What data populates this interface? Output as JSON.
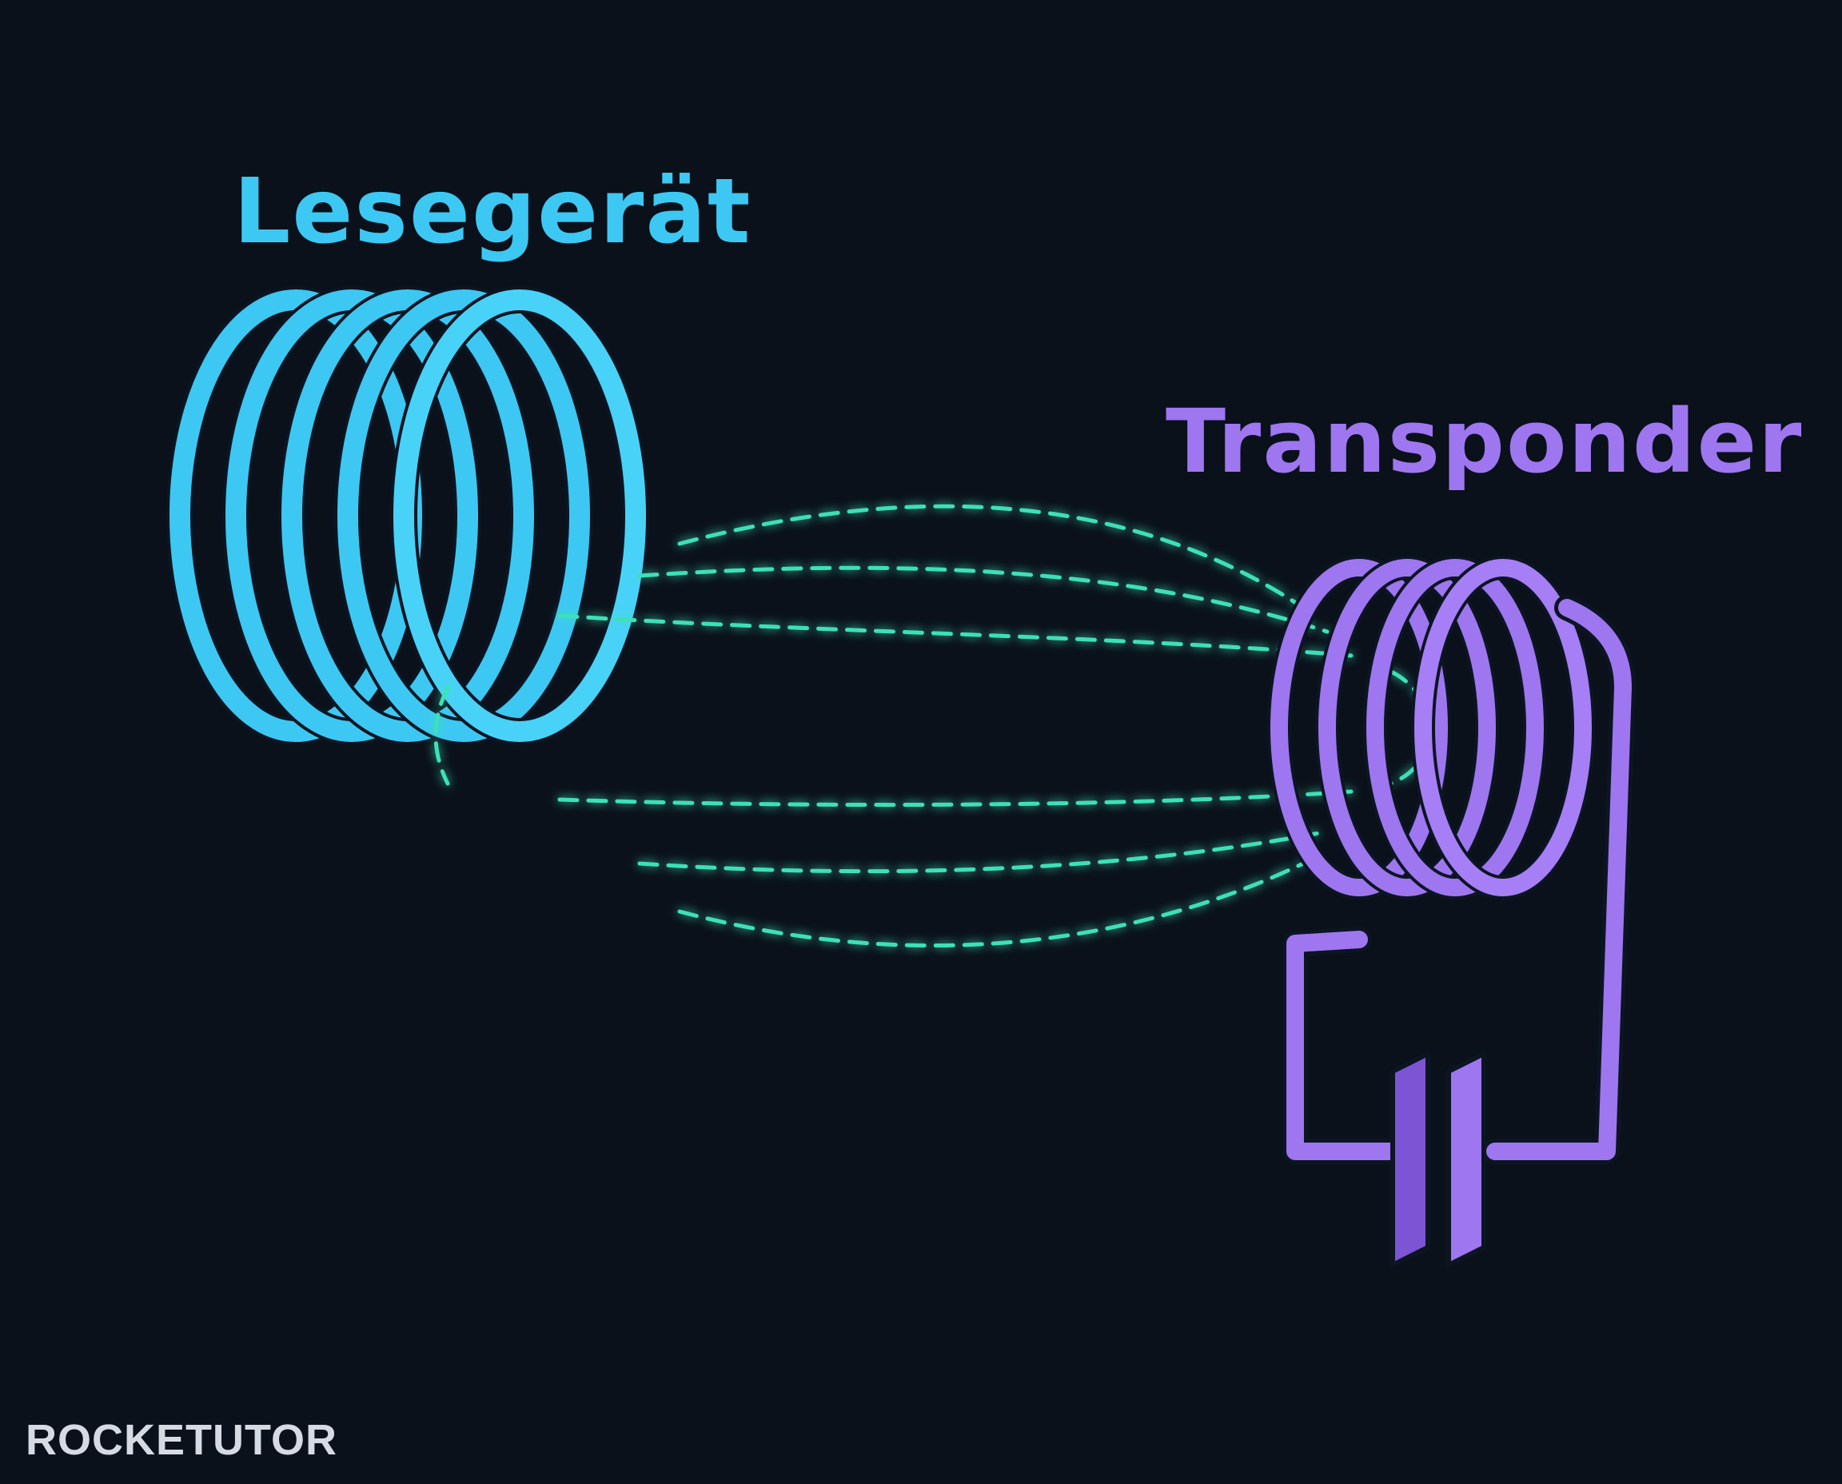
{
  "labels": {
    "reader": "Lesegerät",
    "transponder": "Transponder"
  },
  "logo": {
    "text": "ROCKETUTOR"
  },
  "colors": {
    "background": "#0a111b",
    "reader_coil": "#3cc8f2",
    "transponder_coil": "#9e76f0",
    "field_lines": "#3ee0b8"
  }
}
